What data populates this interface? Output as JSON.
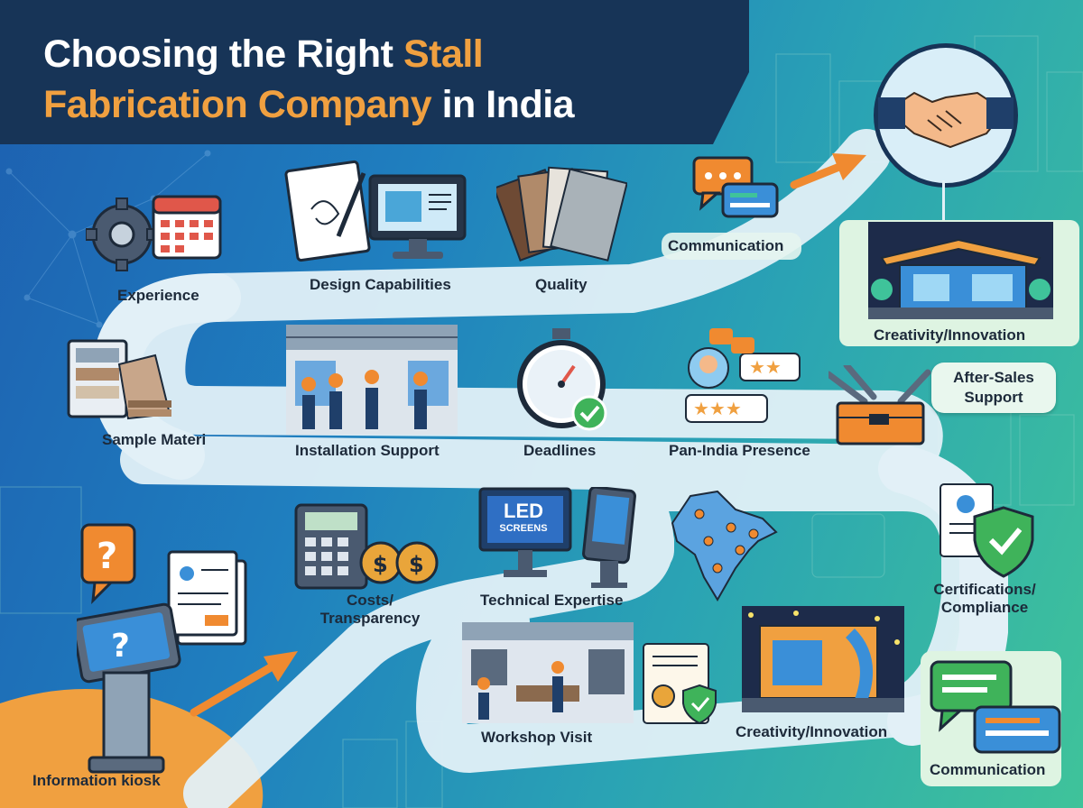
{
  "title": {
    "line1_pre": "Choosing the Right ",
    "line1_highlight": "Stall",
    "line2_highlight": "Fabrication Company",
    "line2_post": " in India"
  },
  "steps": {
    "experience": "Experience",
    "design": "Design Capabilities",
    "quality": "Quality",
    "communication_top": "Communication",
    "creativity_top": "Creativity/Innovation",
    "sample": "Sample Materi",
    "installation": "Installation Support",
    "deadlines": "Deadlines",
    "pan_india": "Pan-India Presence",
    "after_sales": "After-Sales Support",
    "costs": "Costs/ Transparency",
    "technical": "Technical Expertise",
    "certifications": "Certifications/ Compliance",
    "workshop": "Workshop Visit",
    "creativity_bottom": "Creativity/Innovation",
    "communication_bottom": "Communication",
    "kiosk": "Information kiosk"
  },
  "led_screen": {
    "line1": "LED",
    "line2": "SCREENS"
  },
  "icons": [
    "gear-icon",
    "calendar-icon",
    "sketch-pad-icon",
    "monitor-icon",
    "material-swatches-icon",
    "chat-bubbles-icon",
    "handshake-icon",
    "booth-icon",
    "workers-icon",
    "stopwatch-icon",
    "review-stars-icon",
    "toolbox-icon",
    "calculator-icon",
    "money-bags-icon",
    "led-screen-icon",
    "kiosk-icon",
    "india-map-icon",
    "certificate-icon",
    "shield-check-icon",
    "question-icon"
  ],
  "colors": {
    "title_bg": "#173457",
    "accent_orange": "#f0a040",
    "path": "#e4f1f7",
    "green_bubble": "#e9f7ee"
  }
}
